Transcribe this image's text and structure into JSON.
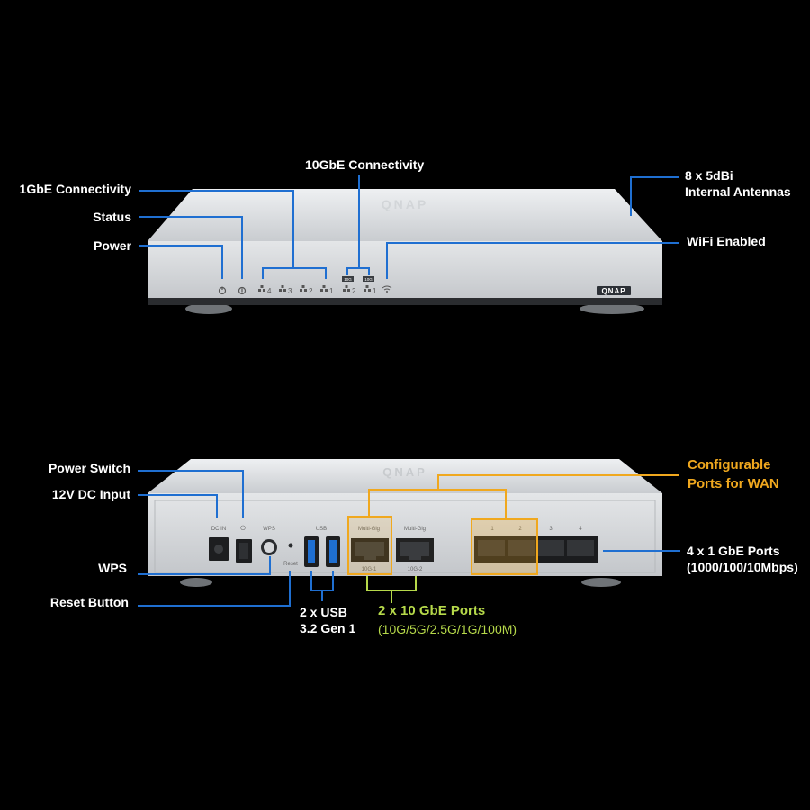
{
  "front": {
    "callouts": {
      "connectivity_1g": "1GbE Connectivity",
      "status": "Status",
      "power": "Power",
      "connectivity_10g": "10GbE Connectivity",
      "antennas_line1": "8 x 5dBi",
      "antennas_line2": "Internal Antennas",
      "wifi": "WiFi Enabled"
    },
    "led_labels": [
      "4",
      "3",
      "2",
      "1",
      "2",
      "1"
    ],
    "led_tags": [
      "10G",
      "10G"
    ],
    "logo": "QNAP"
  },
  "back": {
    "callouts": {
      "power_switch": "Power Switch",
      "dc_input": "12V DC Input",
      "wps": "WPS",
      "reset": "Reset Button",
      "usb_line1": "2 x USB",
      "usb_line2": "3.2 Gen 1",
      "ports10g_title": "2 x 10 GbE Ports",
      "ports10g_speeds": "(10G/5G/2.5G/1G/100M)",
      "wan_line1": "Configurable",
      "wan_line2": "Ports for WAN",
      "ports1g_line1": "4 x 1 GbE Ports",
      "ports1g_line2": "(1000/100/10Mbps)"
    },
    "panel_labels": {
      "dc_in": "DC IN",
      "wps": "WPS",
      "usb": "USB",
      "reset": "Reset",
      "multigig_1": "Multi-Gig",
      "multigig_2": "Multi-Gig",
      "port_10g_1": "10G-1",
      "port_10g_2": "10G-2",
      "lan_numbers": [
        "1",
        "2",
        "3",
        "4"
      ]
    }
  },
  "colors": {
    "leader_blue": "#1f6fd1",
    "wan_orange": "#f0a81e",
    "tengig_green": "#b6d94a",
    "device_silver": "#d9dcdf"
  }
}
